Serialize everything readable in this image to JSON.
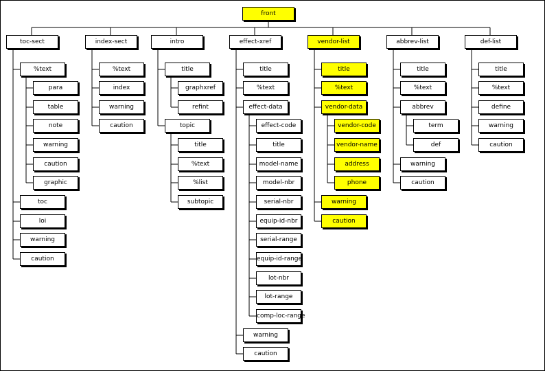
{
  "colors": {
    "highlight": "#ffff00",
    "box": "#ffffff",
    "line": "#000000"
  },
  "root": {
    "label": "front"
  },
  "columns": [
    {
      "label": "toc-sect",
      "children": [
        {
          "label": "%text",
          "children": [
            {
              "label": "para"
            },
            {
              "label": "table"
            },
            {
              "label": "note"
            },
            {
              "label": "warning"
            },
            {
              "label": "caution"
            },
            {
              "label": "graphic"
            }
          ]
        },
        {
          "label": "toc"
        },
        {
          "label": "loi"
        },
        {
          "label": "warning"
        },
        {
          "label": "caution"
        }
      ]
    },
    {
      "label": "index-sect",
      "children": [
        {
          "label": "%text"
        },
        {
          "label": "index"
        },
        {
          "label": "warning"
        },
        {
          "label": "caution"
        }
      ]
    },
    {
      "label": "intro",
      "children": [
        {
          "label": "title",
          "children": [
            {
              "label": "graphxref"
            },
            {
              "label": "refint"
            }
          ]
        },
        {
          "label": "topic",
          "children": [
            {
              "label": "title"
            },
            {
              "label": "%text"
            },
            {
              "label": "%list"
            },
            {
              "label": "subtopic"
            }
          ]
        }
      ]
    },
    {
      "label": "effect-xref",
      "children": [
        {
          "label": "title"
        },
        {
          "label": "%text"
        },
        {
          "label": "effect-data",
          "children": [
            {
              "label": "effect-code"
            },
            {
              "label": "title"
            },
            {
              "label": "model-name"
            },
            {
              "label": "model-nbr"
            },
            {
              "label": "serial-nbr"
            },
            {
              "label": "equip-id-nbr"
            },
            {
              "label": "serial-range"
            },
            {
              "label": "equip-id-range"
            },
            {
              "label": "lot-nbr"
            },
            {
              "label": "lot-range"
            },
            {
              "label": "comp-loc-range"
            }
          ]
        },
        {
          "label": "warning"
        },
        {
          "label": "caution"
        }
      ]
    },
    {
      "label": "vendor-list",
      "highlight": true,
      "children": [
        {
          "label": "title",
          "highlight": true
        },
        {
          "label": "%text",
          "highlight": true
        },
        {
          "label": "vendor-data",
          "highlight": true,
          "children": [
            {
              "label": "vendor-code",
              "highlight": true
            },
            {
              "label": "vendor-name",
              "highlight": true
            },
            {
              "label": "address",
              "highlight": true
            },
            {
              "label": "phone",
              "highlight": true
            }
          ]
        },
        {
          "label": "warning",
          "highlight": true
        },
        {
          "label": "caution",
          "highlight": true
        }
      ]
    },
    {
      "label": "abbrev-list",
      "children": [
        {
          "label": "title"
        },
        {
          "label": "%text"
        },
        {
          "label": "abbrev",
          "children": [
            {
              "label": "term"
            },
            {
              "label": "def"
            }
          ]
        },
        {
          "label": "warning"
        },
        {
          "label": "caution"
        }
      ]
    },
    {
      "label": "def-list",
      "children": [
        {
          "label": "title"
        },
        {
          "label": "%text"
        },
        {
          "label": "define"
        },
        {
          "label": "warning"
        },
        {
          "label": "caution"
        }
      ]
    }
  ]
}
